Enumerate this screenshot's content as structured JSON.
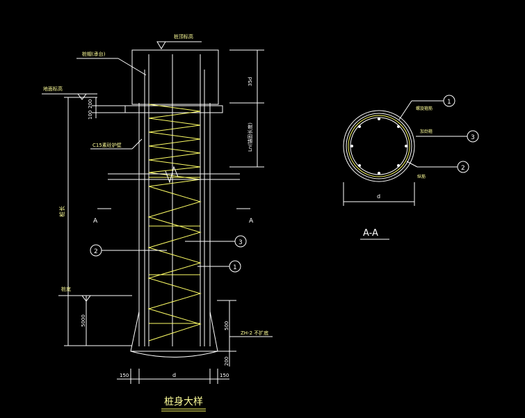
{
  "pile_elevation": {
    "cap_top_label": "桩顶标高",
    "pile_cap_label": "桩帽(承台)",
    "ground_label": "地面标高",
    "pile_length_label": "桩长",
    "bottom_label": "桩底",
    "dim_200_top": "200",
    "dim_100": "100",
    "dim_35d": "35d",
    "dim_ln": "Ln(锚固长度)",
    "c15_label": "C15素砼护壁",
    "section_left": "A",
    "section_right": "A",
    "dim_5000": "5000",
    "dim_500": "500",
    "dim_200_bottom": "200",
    "zh_label": "ZH-2 不扩底",
    "dim_150_left": "150",
    "dim_d": "d",
    "dim_150_right": "150",
    "title": "桩身大样",
    "callout_1": "1",
    "callout_2": "2",
    "callout_3": "3"
  },
  "section_aa": {
    "label_spiral": "螺旋箍筋",
    "label_stirrup": "加劲箍",
    "label_longitudinal": "纵筋",
    "dim_d": "d",
    "title": "A-A",
    "callout_1": "1",
    "callout_2": "2",
    "callout_3": "3"
  },
  "colors": {
    "background": "#000000",
    "lines": "#ffffff",
    "rebar": "#ffff66"
  }
}
